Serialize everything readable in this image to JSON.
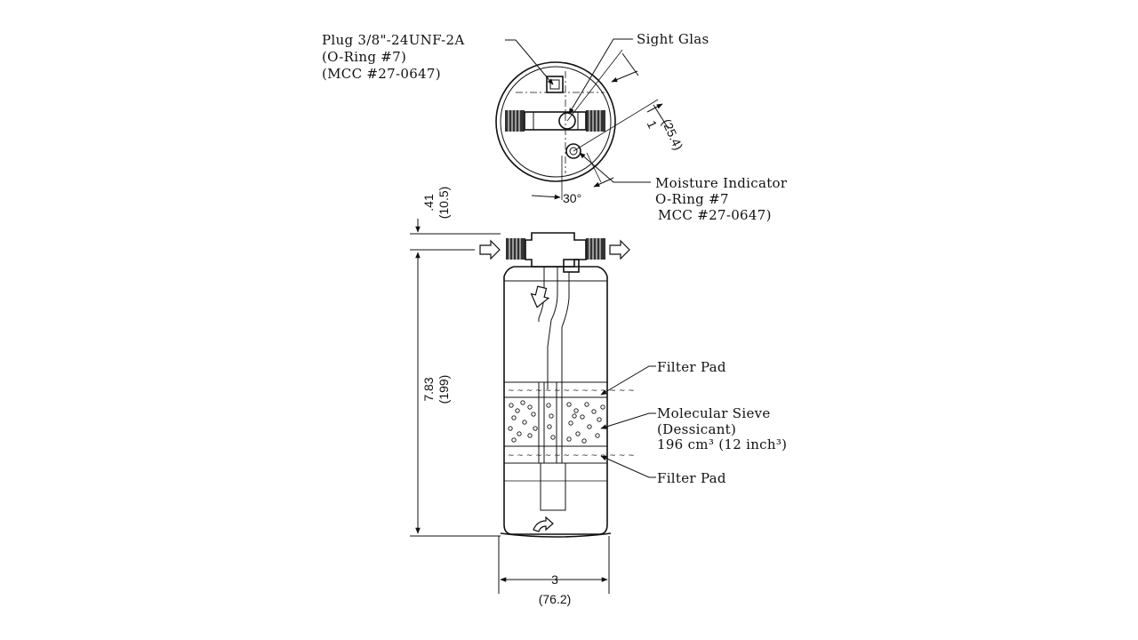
{
  "labels": {
    "plug": [
      "Plug 3/8\"-24UNF-2A",
      "(O-Ring #7)",
      "(MCC #27-0647)"
    ],
    "sight_glass": "Sight Glas",
    "moisture": [
      "Moisture Indicator",
      "O-Ring #7",
      "MCC #27-0647)"
    ],
    "filter_pad_top": "Filter Pad",
    "sieve": [
      "Molecular Sieve",
      "(Dessicant)",
      "196 cm³ (12 inch³)"
    ],
    "filter_pad_bottom": "Filter Pad"
  },
  "dimensions": {
    "top_height": {
      "value": ".41",
      "metric": "(10.5)"
    },
    "height": {
      "value": "7.83",
      "metric": "(199)"
    },
    "width": {
      "value": "3",
      "metric": "(76.2)"
    },
    "offset": {
      "value": "1",
      "metric": "(25.4)"
    },
    "angle": "30°"
  }
}
